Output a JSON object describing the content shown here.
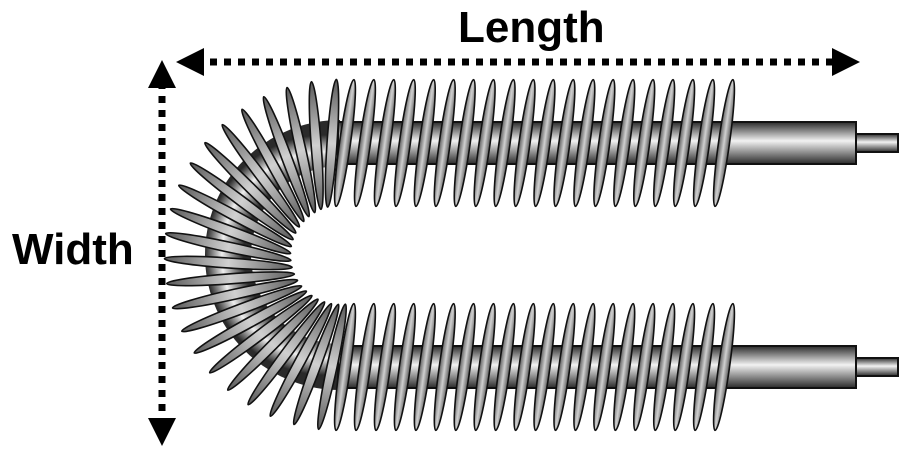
{
  "labels": {
    "length": "Length",
    "width": "Width"
  },
  "colors": {
    "fin_fill": "#8f8f8f",
    "fin_stroke": "#111111",
    "tube_dark": "#2a2a2a",
    "tube_light": "#f2f2f2",
    "arrow": "#000000"
  },
  "diagram": {
    "subject": "finned-u-shaped-tubular-heater",
    "top_leg_fin_count": 20,
    "bottom_leg_fin_count": 20,
    "bend_fin_count": 22
  }
}
